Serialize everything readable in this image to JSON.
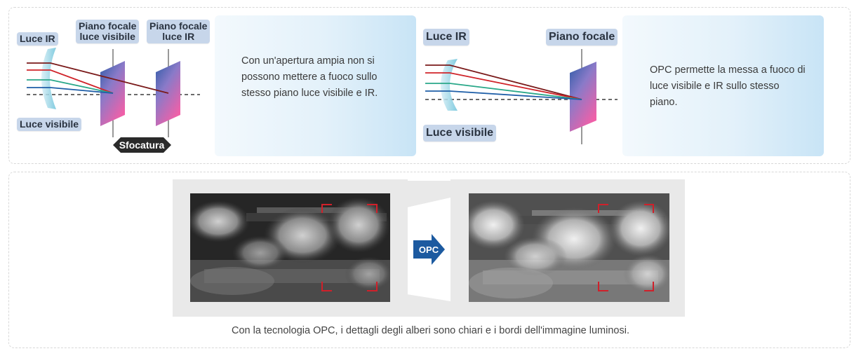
{
  "left_diagram": {
    "label_ir": "Luce IR",
    "label_visible": "Luce visibile",
    "label_focal_visible": "Piano focale\nluce visibile",
    "label_focal_ir": "Piano focale\nluce IR",
    "label_blur": "Sfocatura",
    "description": "Con un'apertura ampia non si possono mettere a fuoco sullo stesso piano luce visibile e IR."
  },
  "right_diagram": {
    "label_ir": "Luce IR",
    "label_visible": "Luce visibile",
    "label_focal": "Piano focale",
    "description": "OPC permette la messa a fuoco di luce visibile e IR sullo stesso piano."
  },
  "comparison": {
    "arrow_label": "OPC",
    "caption": "Con la tecnologia OPC, i dettagli degli alberi sono chiari e i bordi dell'immagine luminosi."
  },
  "colors": {
    "ray_dark_red": "#7a1a1a",
    "ray_red": "#d0242a",
    "ray_green": "#2aa889",
    "ray_blue": "#1f5fa8",
    "arrow_blue": "#1c5aa0",
    "frame_red": "#d0202a"
  }
}
